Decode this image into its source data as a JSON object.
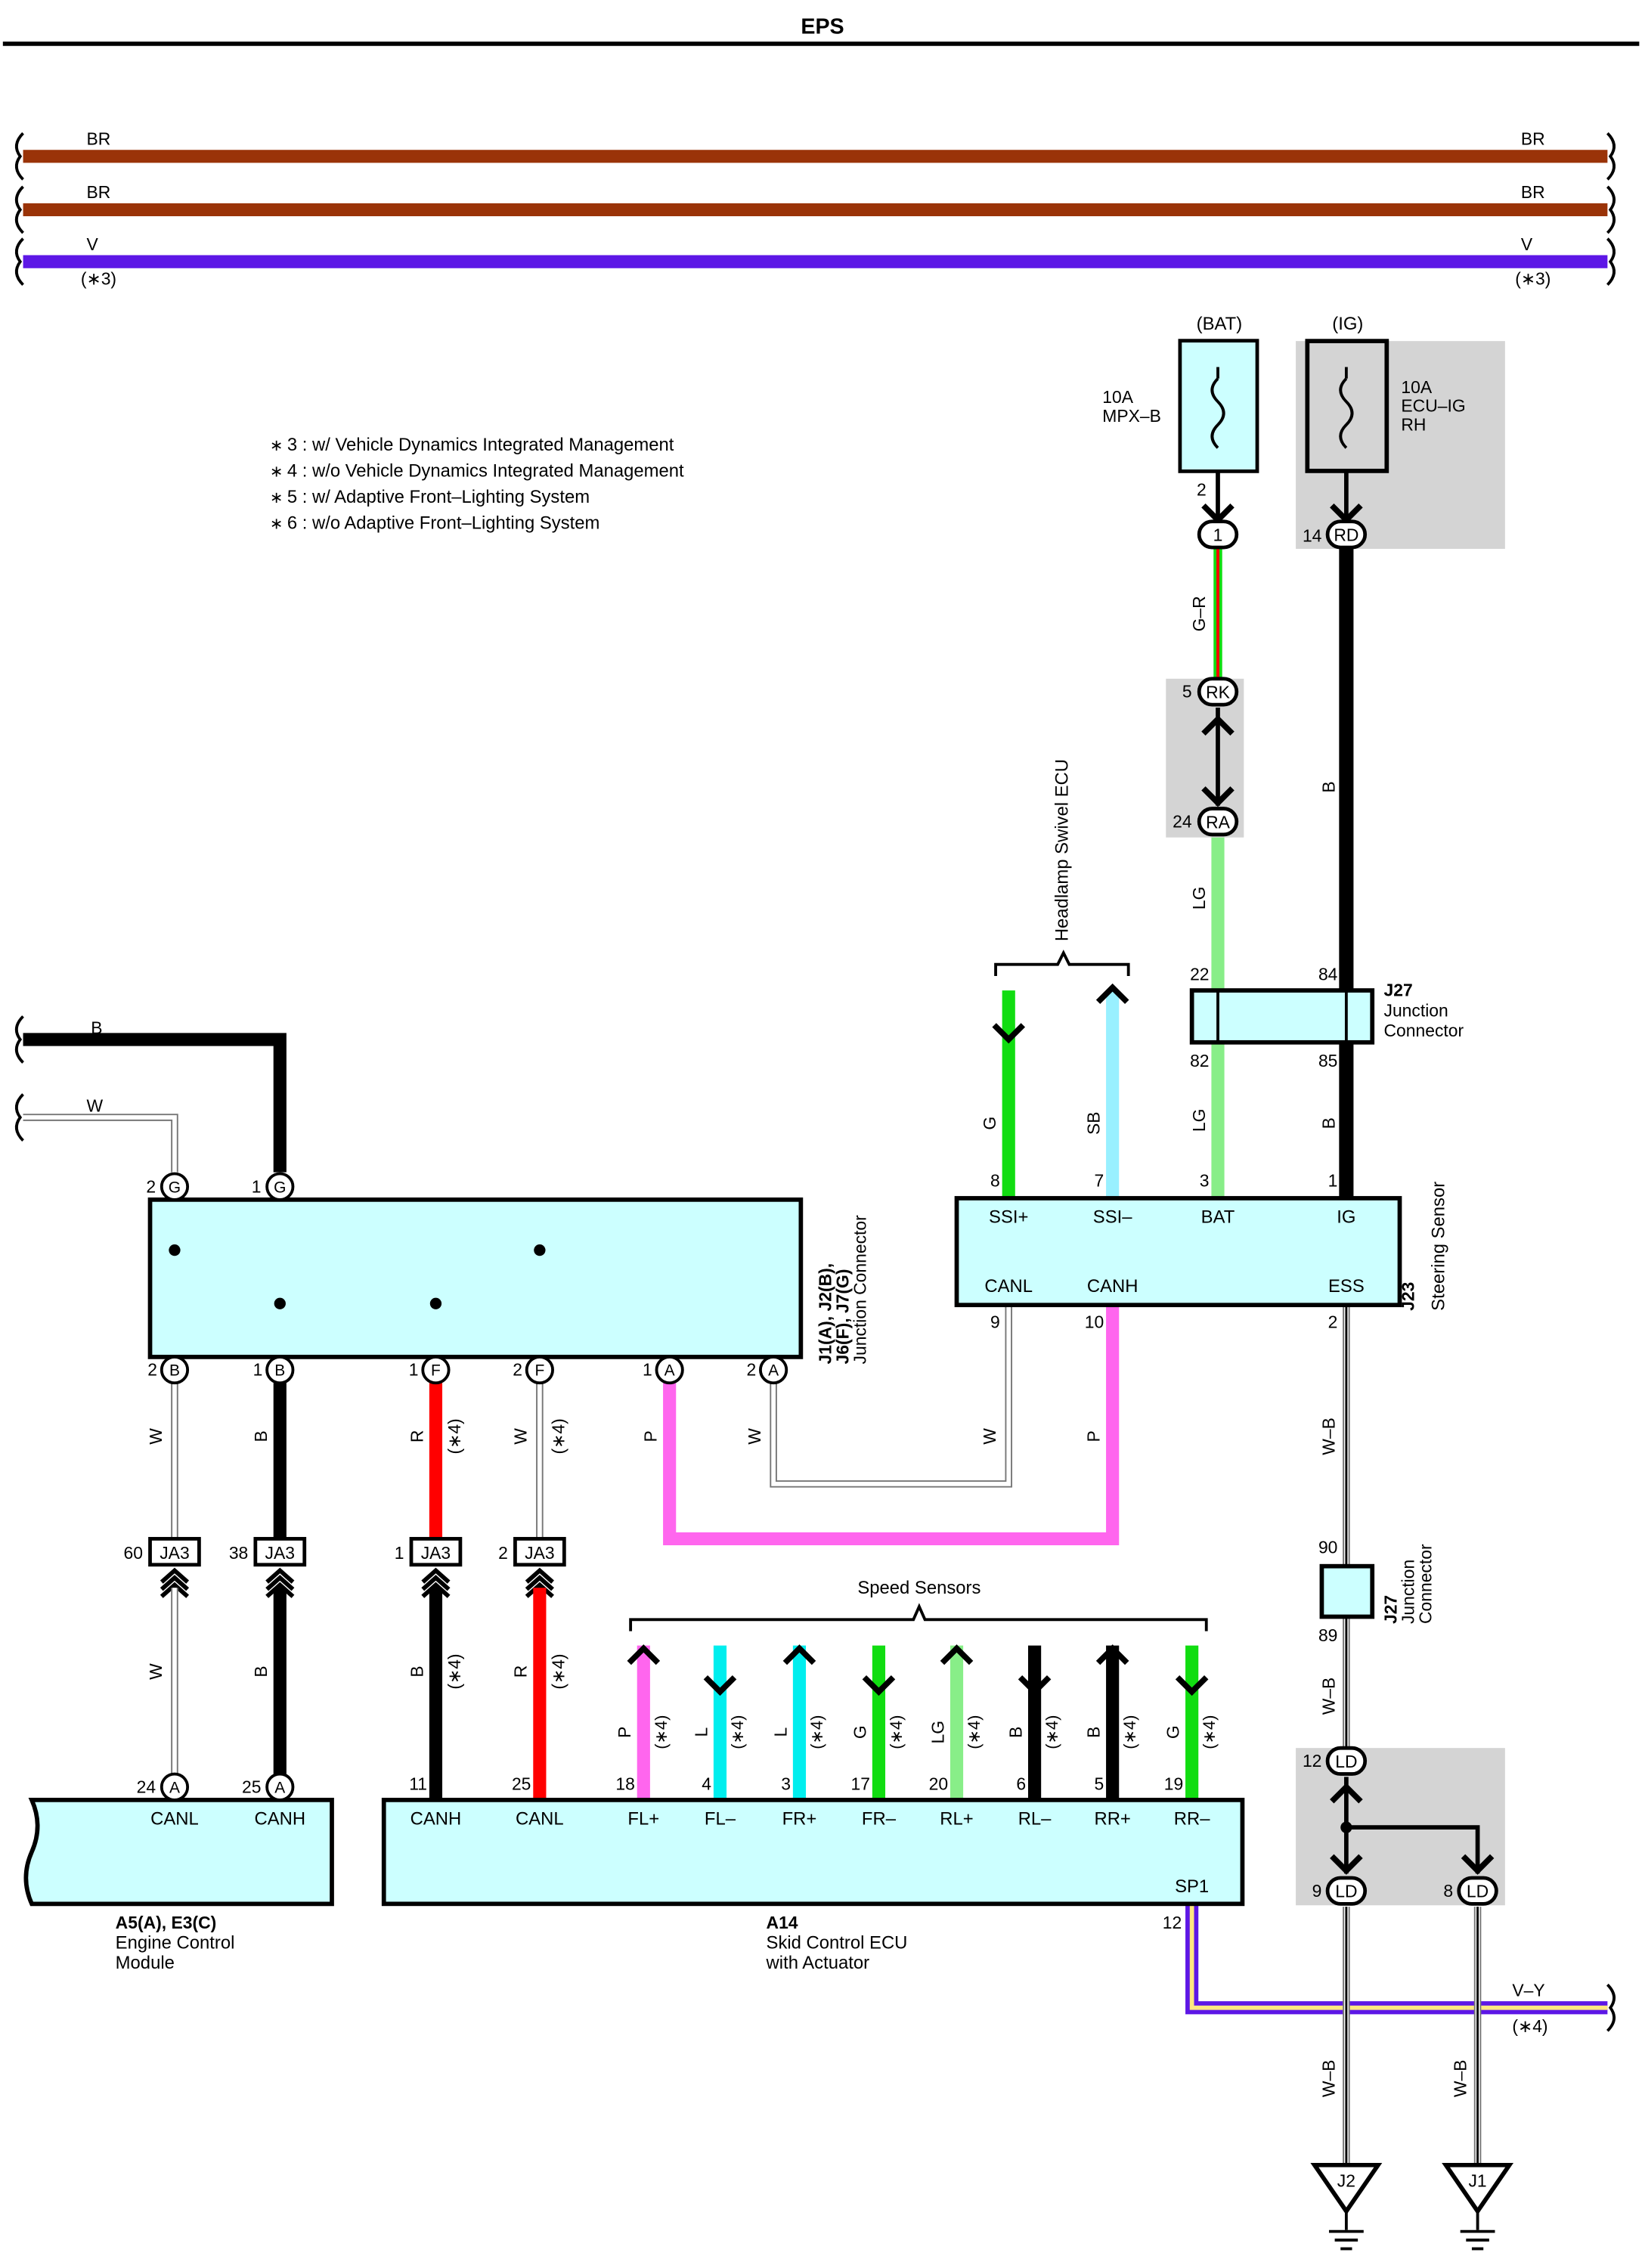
{
  "title": "EPS",
  "notes": [
    {
      "mark": "∗",
      "text": "3 : w/ Vehicle Dynamics Integrated Management"
    },
    {
      "mark": "∗",
      "text": "4 : w/o Vehicle Dynamics Integrated Management"
    },
    {
      "mark": "∗",
      "text": "5 : w/ Adaptive Front–Lighting System"
    },
    {
      "mark": "∗",
      "text": "6 : w/o Adaptive Front–Lighting System"
    }
  ],
  "colors": {
    "BR": "#9a3308",
    "V": "#5d17e6",
    "B": "#000000",
    "W": "#ffffff",
    "R": "#ff0000",
    "P": "#ff66ee",
    "G": "#11dd11",
    "L": "#00eeee",
    "LG": "#88ee88",
    "SB": "#99f0ff",
    "Y": "#ffe880",
    "box": "#ccffff",
    "shade": "#d4d4d4"
  },
  "top_wires": [
    {
      "left": "BR",
      "right": "BR"
    },
    {
      "left": "BR",
      "right": "BR"
    },
    {
      "left": "V",
      "right": "V",
      "left_note": "(∗3)",
      "right_note": "(∗3)"
    }
  ],
  "fuses": [
    {
      "source": "(BAT)",
      "amp": "10A",
      "name": "MPX–B",
      "pin": "2",
      "conn_pin": "1"
    },
    {
      "source": "(IG)",
      "amp": "10A",
      "name": "ECU–IG",
      "name2": "RH",
      "pin": "14",
      "conn": "RD"
    }
  ],
  "connectors": {
    "rk": {
      "pin": "5",
      "id": "RK"
    },
    "ra": {
      "pin": "24",
      "id": "RA"
    },
    "ld_top": {
      "pin": "12",
      "id": "LD"
    },
    "ld_left": {
      "pin": "9",
      "id": "LD"
    },
    "ld_right": {
      "pin": "8",
      "id": "LD"
    }
  },
  "wire_labels": {
    "gr": "G–R",
    "lg": "LG",
    "b": "B",
    "w_b": "W–B",
    "v_y": "V–Y",
    "v_y_note": "(∗4)",
    "left_b": "B",
    "left_w": "W"
  },
  "headlamp": {
    "label": "Headlamp Swivel ECU",
    "wires": [
      {
        "color": "G",
        "pin": "8"
      },
      {
        "color": "SB",
        "pin": "7"
      }
    ]
  },
  "j27_top": {
    "id": "J27",
    "line1": "Junction",
    "line2": "Connector",
    "pin_tl": "22",
    "pin_tr": "84",
    "pin_bl": "82",
    "pin_br": "85"
  },
  "j27_mid": {
    "id": "J27",
    "line1": "Junction",
    "line2": "Connector",
    "pin_top": "90",
    "pin_bot": "89"
  },
  "steering": {
    "id": "J23",
    "name": "Steering Sensor",
    "top_pins": [
      {
        "num": "8",
        "label": "SSI+"
      },
      {
        "num": "7",
        "label": "SSI–"
      },
      {
        "num": "3",
        "label": "BAT"
      },
      {
        "num": "1",
        "label": "IG"
      }
    ],
    "bottom_labels": [
      "CANL",
      "CANH",
      "ESS"
    ],
    "bottom_pins": [
      "9",
      "10",
      "2"
    ],
    "wire_colors": [
      "G",
      "SB",
      "LG",
      "B"
    ]
  },
  "jc_left": {
    "id_line1": "J1(A), J2(B),",
    "id_line2": "J6(F), J7(G)",
    "id_line3": "Junction Connector",
    "top_pins": [
      {
        "num": "2",
        "id": "G"
      },
      {
        "num": "1",
        "id": "G"
      }
    ],
    "bottom_pins": [
      {
        "num": "2",
        "id": "B",
        "wire": "W"
      },
      {
        "num": "1",
        "id": "B",
        "wire": "B"
      },
      {
        "num": "1",
        "id": "F",
        "wire": "R",
        "note": "(∗4)"
      },
      {
        "num": "2",
        "id": "F",
        "wire": "W",
        "note": "(∗4)"
      },
      {
        "num": "1",
        "id": "A",
        "wire": "P"
      },
      {
        "num": "2",
        "id": "A",
        "wire": "W"
      }
    ]
  },
  "can_wires": {
    "w": "W",
    "p": "P"
  },
  "ja3": [
    {
      "pin": "60",
      "id": "JA3",
      "lower": "W"
    },
    {
      "pin": "38",
      "id": "JA3",
      "lower": "B"
    },
    {
      "pin": "1",
      "id": "JA3",
      "lower": "B",
      "note": "(∗4)"
    },
    {
      "pin": "2",
      "id": "JA3",
      "lower": "R",
      "note": "(∗4)"
    }
  ],
  "ecm": {
    "id": "A5(A), E3(C)",
    "line1": "Engine Control",
    "line2": "Module",
    "pins": [
      {
        "num": "24",
        "id": "A",
        "label": "CANL"
      },
      {
        "num": "25",
        "id": "A",
        "label": "CANH"
      }
    ]
  },
  "skid": {
    "id": "A14",
    "line1": "Skid Control ECU",
    "line2": "with Actuator",
    "can_pins": [
      {
        "num": "11",
        "label": "CANH"
      },
      {
        "num": "25",
        "label": "CANL"
      }
    ],
    "sp1": {
      "label": "SP1",
      "num": "12"
    }
  },
  "speed_sensors": {
    "label": "Speed Sensors",
    "pins": [
      {
        "num": "18",
        "label": "FL+",
        "color": "P",
        "note": "(∗4)"
      },
      {
        "num": "4",
        "label": "FL–",
        "color": "L",
        "note": "(∗4)"
      },
      {
        "num": "3",
        "label": "FR+",
        "color": "L",
        "note": "(∗4)"
      },
      {
        "num": "17",
        "label": "FR–",
        "color": "G",
        "note": "(∗4)"
      },
      {
        "num": "20",
        "label": "RL+",
        "color": "LG",
        "note": "(∗4)"
      },
      {
        "num": "6",
        "label": "RL–",
        "color": "B",
        "note": "(∗4)"
      },
      {
        "num": "5",
        "label": "RR+",
        "color": "B",
        "note": "(∗4)"
      },
      {
        "num": "19",
        "label": "RR–",
        "color": "G",
        "note": "(∗4)"
      }
    ]
  },
  "grounds": [
    {
      "id": "J2"
    },
    {
      "id": "J1"
    }
  ]
}
